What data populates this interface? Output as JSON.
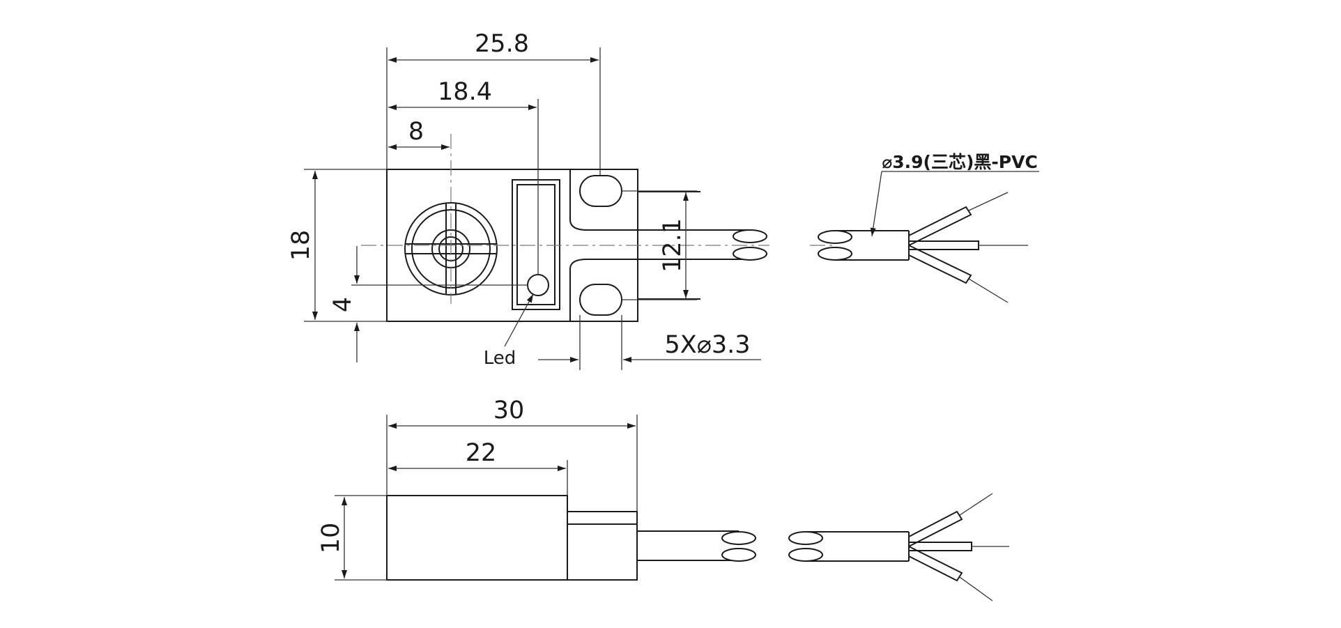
{
  "dimensions": {
    "width_total": "25.8",
    "width_led": "18.4",
    "width_center": "8",
    "height": "18",
    "led_offset": "4",
    "hole_pitch": "12.1",
    "hole_spec": "5X⌀3.3",
    "side_length": "30",
    "side_body": "22",
    "thickness": "10"
  },
  "labels": {
    "led": "Led",
    "cable_spec": "⌀3.9(三芯)黑-PVC"
  },
  "colors": {
    "line": "#1a1a1a",
    "centerline": "#777777",
    "background": "#ffffff"
  }
}
